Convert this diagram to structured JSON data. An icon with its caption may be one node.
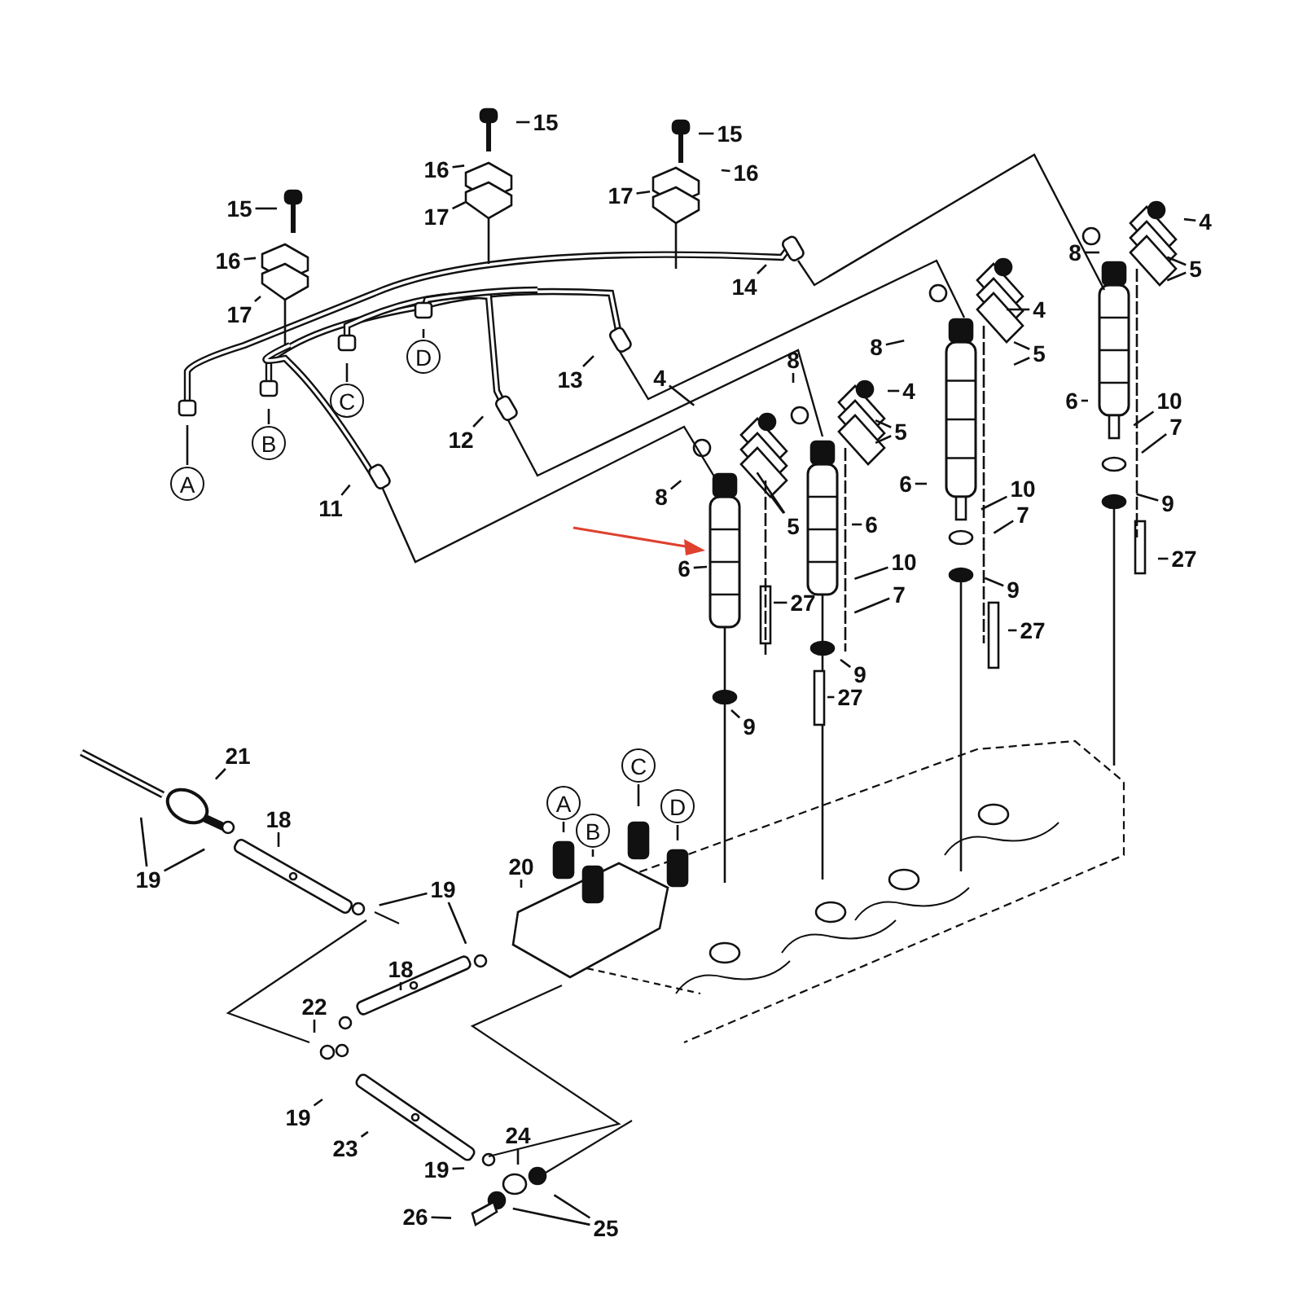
{
  "diagram": {
    "nodes": [
      {
        "text": [
          "15"
        ]
      },
      {
        "text": [
          "16"
        ]
      },
      {
        "text": [
          "17"
        ]
      },
      {
        "text": [
          "15"
        ]
      },
      {
        "text": [
          "16"
        ]
      },
      {
        "text": [
          "17"
        ]
      },
      {
        "text": [
          "15"
        ]
      },
      {
        "text": [
          "16"
        ]
      },
      {
        "text": [
          "17"
        ]
      },
      {
        "text": [
          "14"
        ]
      },
      {
        "text": [
          "13"
        ]
      },
      {
        "text": [
          "12"
        ]
      },
      {
        "text": [
          "11"
        ]
      },
      {
        "text": [
          "A"
        ]
      },
      {
        "text": [
          "B"
        ]
      },
      {
        "text": [
          "C"
        ]
      },
      {
        "text": [
          "D"
        ]
      },
      {
        "text": [
          "4"
        ]
      },
      {
        "text": [
          "5"
        ]
      },
      {
        "text": [
          "8"
        ]
      },
      {
        "text": [
          "6"
        ]
      },
      {
        "text": [
          "10"
        ]
      },
      {
        "text": [
          "7"
        ]
      },
      {
        "text": [
          "9"
        ]
      },
      {
        "text": [
          "27"
        ]
      },
      {
        "text": [
          "4"
        ]
      },
      {
        "text": [
          "5"
        ]
      },
      {
        "text": [
          "8"
        ]
      },
      {
        "text": [
          "6"
        ]
      },
      {
        "text": [
          "10"
        ]
      },
      {
        "text": [
          "7"
        ]
      },
      {
        "text": [
          "9"
        ]
      },
      {
        "text": [
          "27"
        ]
      },
      {
        "text": [
          "4"
        ]
      },
      {
        "text": [
          "5"
        ]
      },
      {
        "text": [
          "8"
        ]
      },
      {
        "text": [
          "6"
        ]
      },
      {
        "text": [
          "10"
        ]
      },
      {
        "text": [
          "7"
        ]
      },
      {
        "text": [
          "9"
        ]
      },
      {
        "text": [
          "27"
        ]
      },
      {
        "text": [
          "4"
        ]
      },
      {
        "text": [
          "5"
        ]
      },
      {
        "text": [
          "8"
        ]
      },
      {
        "text": [
          "6"
        ]
      },
      {
        "text": [
          "27"
        ]
      },
      {
        "text": [
          "9"
        ]
      },
      {
        "text": [
          "21"
        ]
      },
      {
        "text": [
          "18"
        ]
      },
      {
        "text": [
          "19"
        ]
      },
      {
        "text": [
          "19"
        ]
      },
      {
        "text": [
          "20"
        ]
      },
      {
        "text": [
          "18"
        ]
      },
      {
        "text": [
          "22"
        ]
      },
      {
        "text": [
          "19"
        ]
      },
      {
        "text": [
          "23"
        ]
      },
      {
        "text": [
          "24"
        ]
      },
      {
        "text": [
          "19"
        ]
      },
      {
        "text": [
          "26"
        ]
      },
      {
        "text": [
          "25"
        ]
      },
      {
        "text": [
          "A"
        ]
      },
      {
        "text": [
          "B"
        ]
      },
      {
        "text": [
          "C"
        ]
      },
      {
        "text": [
          "D"
        ]
      }
    ],
    "edges": [
      {
        "from": 0,
        "to": null,
        "arrow": "none"
      },
      {
        "from": 1,
        "to": null,
        "arrow": "none"
      },
      {
        "from": 2,
        "to": null,
        "arrow": "none"
      },
      {
        "from": 3,
        "to": null,
        "arrow": "none"
      },
      {
        "from": 4,
        "to": null,
        "arrow": "none"
      },
      {
        "from": 5,
        "to": null,
        "arrow": "none"
      },
      {
        "from": 6,
        "to": null,
        "arrow": "none"
      },
      {
        "from": 7,
        "to": null,
        "arrow": "none"
      },
      {
        "from": 8,
        "to": null,
        "arrow": "none"
      },
      {
        "from": 9,
        "to": null,
        "arrow": "none"
      },
      {
        "from": 10,
        "to": null,
        "arrow": "none"
      },
      {
        "from": 11,
        "to": null,
        "arrow": "none"
      },
      {
        "from": 12,
        "to": null,
        "arrow": "none"
      },
      {
        "from": 13,
        "to": null,
        "arrow": "none"
      },
      {
        "from": 14,
        "to": null,
        "arrow": "none"
      },
      {
        "from": 15,
        "to": null,
        "arrow": "none"
      },
      {
        "from": 16,
        "to": null,
        "arrow": "none"
      },
      {
        "from": 17,
        "to": null,
        "arrow": "none"
      },
      {
        "from": 18,
        "to": null,
        "arrow": "none"
      },
      {
        "from": 18,
        "to": null,
        "arrow": "none"
      },
      {
        "from": 19,
        "to": null,
        "arrow": "none"
      },
      {
        "from": 20,
        "to": null,
        "arrow": "none"
      },
      {
        "from": 21,
        "to": null,
        "arrow": "none"
      },
      {
        "from": 22,
        "to": null,
        "arrow": "none"
      },
      {
        "from": 23,
        "to": null,
        "arrow": "none"
      },
      {
        "from": 24,
        "to": null,
        "arrow": "none"
      },
      {
        "from": 25,
        "to": null,
        "arrow": "none"
      },
      {
        "from": 26,
        "to": null,
        "arrow": "none"
      },
      {
        "from": 26,
        "to": null,
        "arrow": "none"
      },
      {
        "from": 27,
        "to": null,
        "arrow": "none"
      },
      {
        "from": 28,
        "to": null,
        "arrow": "none"
      },
      {
        "from": 29,
        "to": null,
        "arrow": "none"
      },
      {
        "from": 30,
        "to": null,
        "arrow": "none"
      },
      {
        "from": 31,
        "to": null,
        "arrow": "none"
      },
      {
        "from": 32,
        "to": null,
        "arrow": "none"
      },
      {
        "from": 33,
        "to": null,
        "arrow": "none"
      },
      {
        "from": 34,
        "to": null,
        "arrow": "none"
      },
      {
        "from": 34,
        "to": null,
        "arrow": "none"
      },
      {
        "from": 35,
        "to": null,
        "arrow": "none"
      },
      {
        "from": 36,
        "to": null,
        "arrow": "none"
      },
      {
        "from": 37,
        "to": null,
        "arrow": "none"
      },
      {
        "from": 38,
        "to": null,
        "arrow": "none"
      },
      {
        "from": 39,
        "to": null,
        "arrow": "none"
      },
      {
        "from": 40,
        "to": null,
        "arrow": "none"
      },
      {
        "from": 41,
        "to": null,
        "arrow": "none"
      },
      {
        "from": 42,
        "to": null,
        "arrow": "none"
      },
      {
        "from": 42,
        "to": null,
        "arrow": "none"
      },
      {
        "from": 43,
        "to": null,
        "arrow": "none"
      },
      {
        "from": 44,
        "to": null,
        "arrow": "none"
      },
      {
        "from": 45,
        "to": null,
        "arrow": "none"
      },
      {
        "from": 46,
        "to": null,
        "arrow": "none"
      },
      {
        "from": 47,
        "to": null,
        "arrow": "none"
      },
      {
        "from": 48,
        "to": null,
        "arrow": "none"
      },
      {
        "from": 49,
        "to": null,
        "arrow": "none"
      },
      {
        "from": 49,
        "to": null,
        "arrow": "none"
      },
      {
        "from": 50,
        "to": null,
        "arrow": "none"
      },
      {
        "from": 50,
        "to": null,
        "arrow": "none"
      },
      {
        "from": 51,
        "to": null,
        "arrow": "none"
      },
      {
        "from": 52,
        "to": null,
        "arrow": "none"
      },
      {
        "from": 53,
        "to": null,
        "arrow": "none"
      },
      {
        "from": 54,
        "to": null,
        "arrow": "none"
      },
      {
        "from": 55,
        "to": null,
        "arrow": "none"
      },
      {
        "from": 56,
        "to": null,
        "arrow": "none"
      },
      {
        "from": 57,
        "to": null,
        "arrow": "none"
      },
      {
        "from": 58,
        "to": null,
        "arrow": "none"
      },
      {
        "from": 59,
        "to": null,
        "arrow": "none"
      },
      {
        "from": 59,
        "to": null,
        "arrow": "none"
      },
      {
        "from": 60,
        "to": null,
        "arrow": "none"
      },
      {
        "from": 61,
        "to": null,
        "arrow": "none"
      },
      {
        "from": 62,
        "to": null,
        "arrow": "none"
      },
      {
        "from": 63,
        "to": null,
        "arrow": "none"
      }
    ]
  }
}
